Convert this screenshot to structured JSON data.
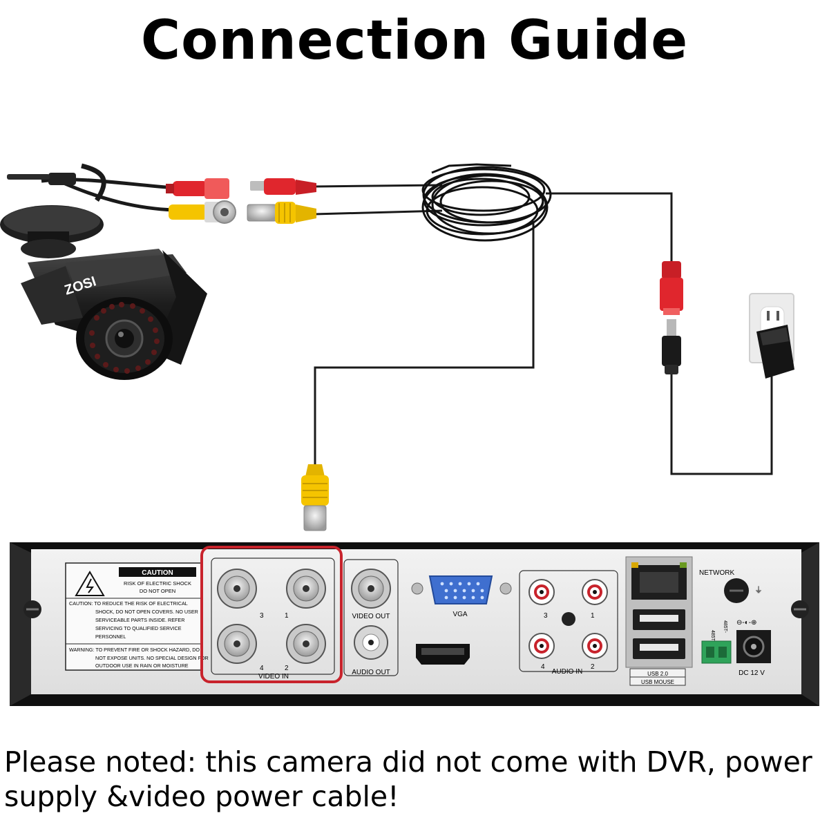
{
  "title": "Connection Guide",
  "camera": {
    "brand": "ZOSI"
  },
  "dvr": {
    "caution": {
      "heading": "CAUTION",
      "box_line1": "RISK OF ELECTRIC SHOCK",
      "box_line2": "DO NOT OPEN",
      "body": [
        "CAUTION: TO REDUCE THE RISK OF ELECTRICAL",
        "SHOCK, DO NOT OPEN COVERS. NO USER",
        "SERVICEABLE PARTS INSIDE. REFER",
        "SERVICING TO QUALIFIED SERVICE",
        "PERSONNEL"
      ],
      "warning": [
        "WARNING: TO PREVENT FIRE OR SHOCK HAZARD, DO",
        "NOT EXPOSE UNITS. NO SPECIAL DESIGN FOR",
        "OUTDOOR USE IN RAIN OR MOISTURE"
      ]
    },
    "video_in": {
      "label": "VIDEO IN",
      "ports": [
        "3",
        "1",
        "4",
        "2"
      ]
    },
    "video_out_label": "VIDEO OUT",
    "audio_out_label": "AUDIO OUT",
    "vga_label": "VGA",
    "audio_in": {
      "label": "AUDIO IN",
      "ports": [
        "3",
        "1",
        "4",
        "2"
      ]
    },
    "network_label": "NETWORK",
    "usb_label": "USB 2.0",
    "usb_mouse_label": "USB MOUSE",
    "rs485_plus": "485T+",
    "rs485_minus": "485T-",
    "dc_label": "DC 12 V"
  },
  "note": {
    "line1": "Please noted: this camera did not come with DVR, power",
    "line2": "supply &video power cable!"
  },
  "colors": {
    "highlight_box": "#c8232c",
    "red_plug": "#e0262d",
    "yellow_plug": "#f5c400",
    "cable": "#1a1a1a"
  }
}
